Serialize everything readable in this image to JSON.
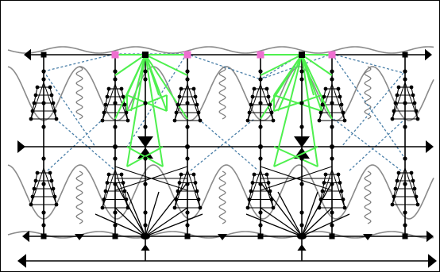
{
  "diagram": {
    "background": "#ffffff",
    "frame_color": "#000000",
    "colors": {
      "line": "#000000",
      "wave": "#8a8a8a",
      "squiggle": "#7a7a7a",
      "dashed": "#4a7fa8",
      "highlight": "#4ef04e",
      "marker": "#ee6fd0"
    },
    "rows": [
      "top-rail",
      "upper-middle-rail",
      "lower-rail",
      "base-rail"
    ],
    "columns": [
      "c1",
      "c2",
      "c3",
      "c4",
      "c5",
      "c6",
      "c7",
      "c8",
      "c9",
      "c10",
      "c11"
    ],
    "marker_count": 4,
    "hub_count": 2
  }
}
